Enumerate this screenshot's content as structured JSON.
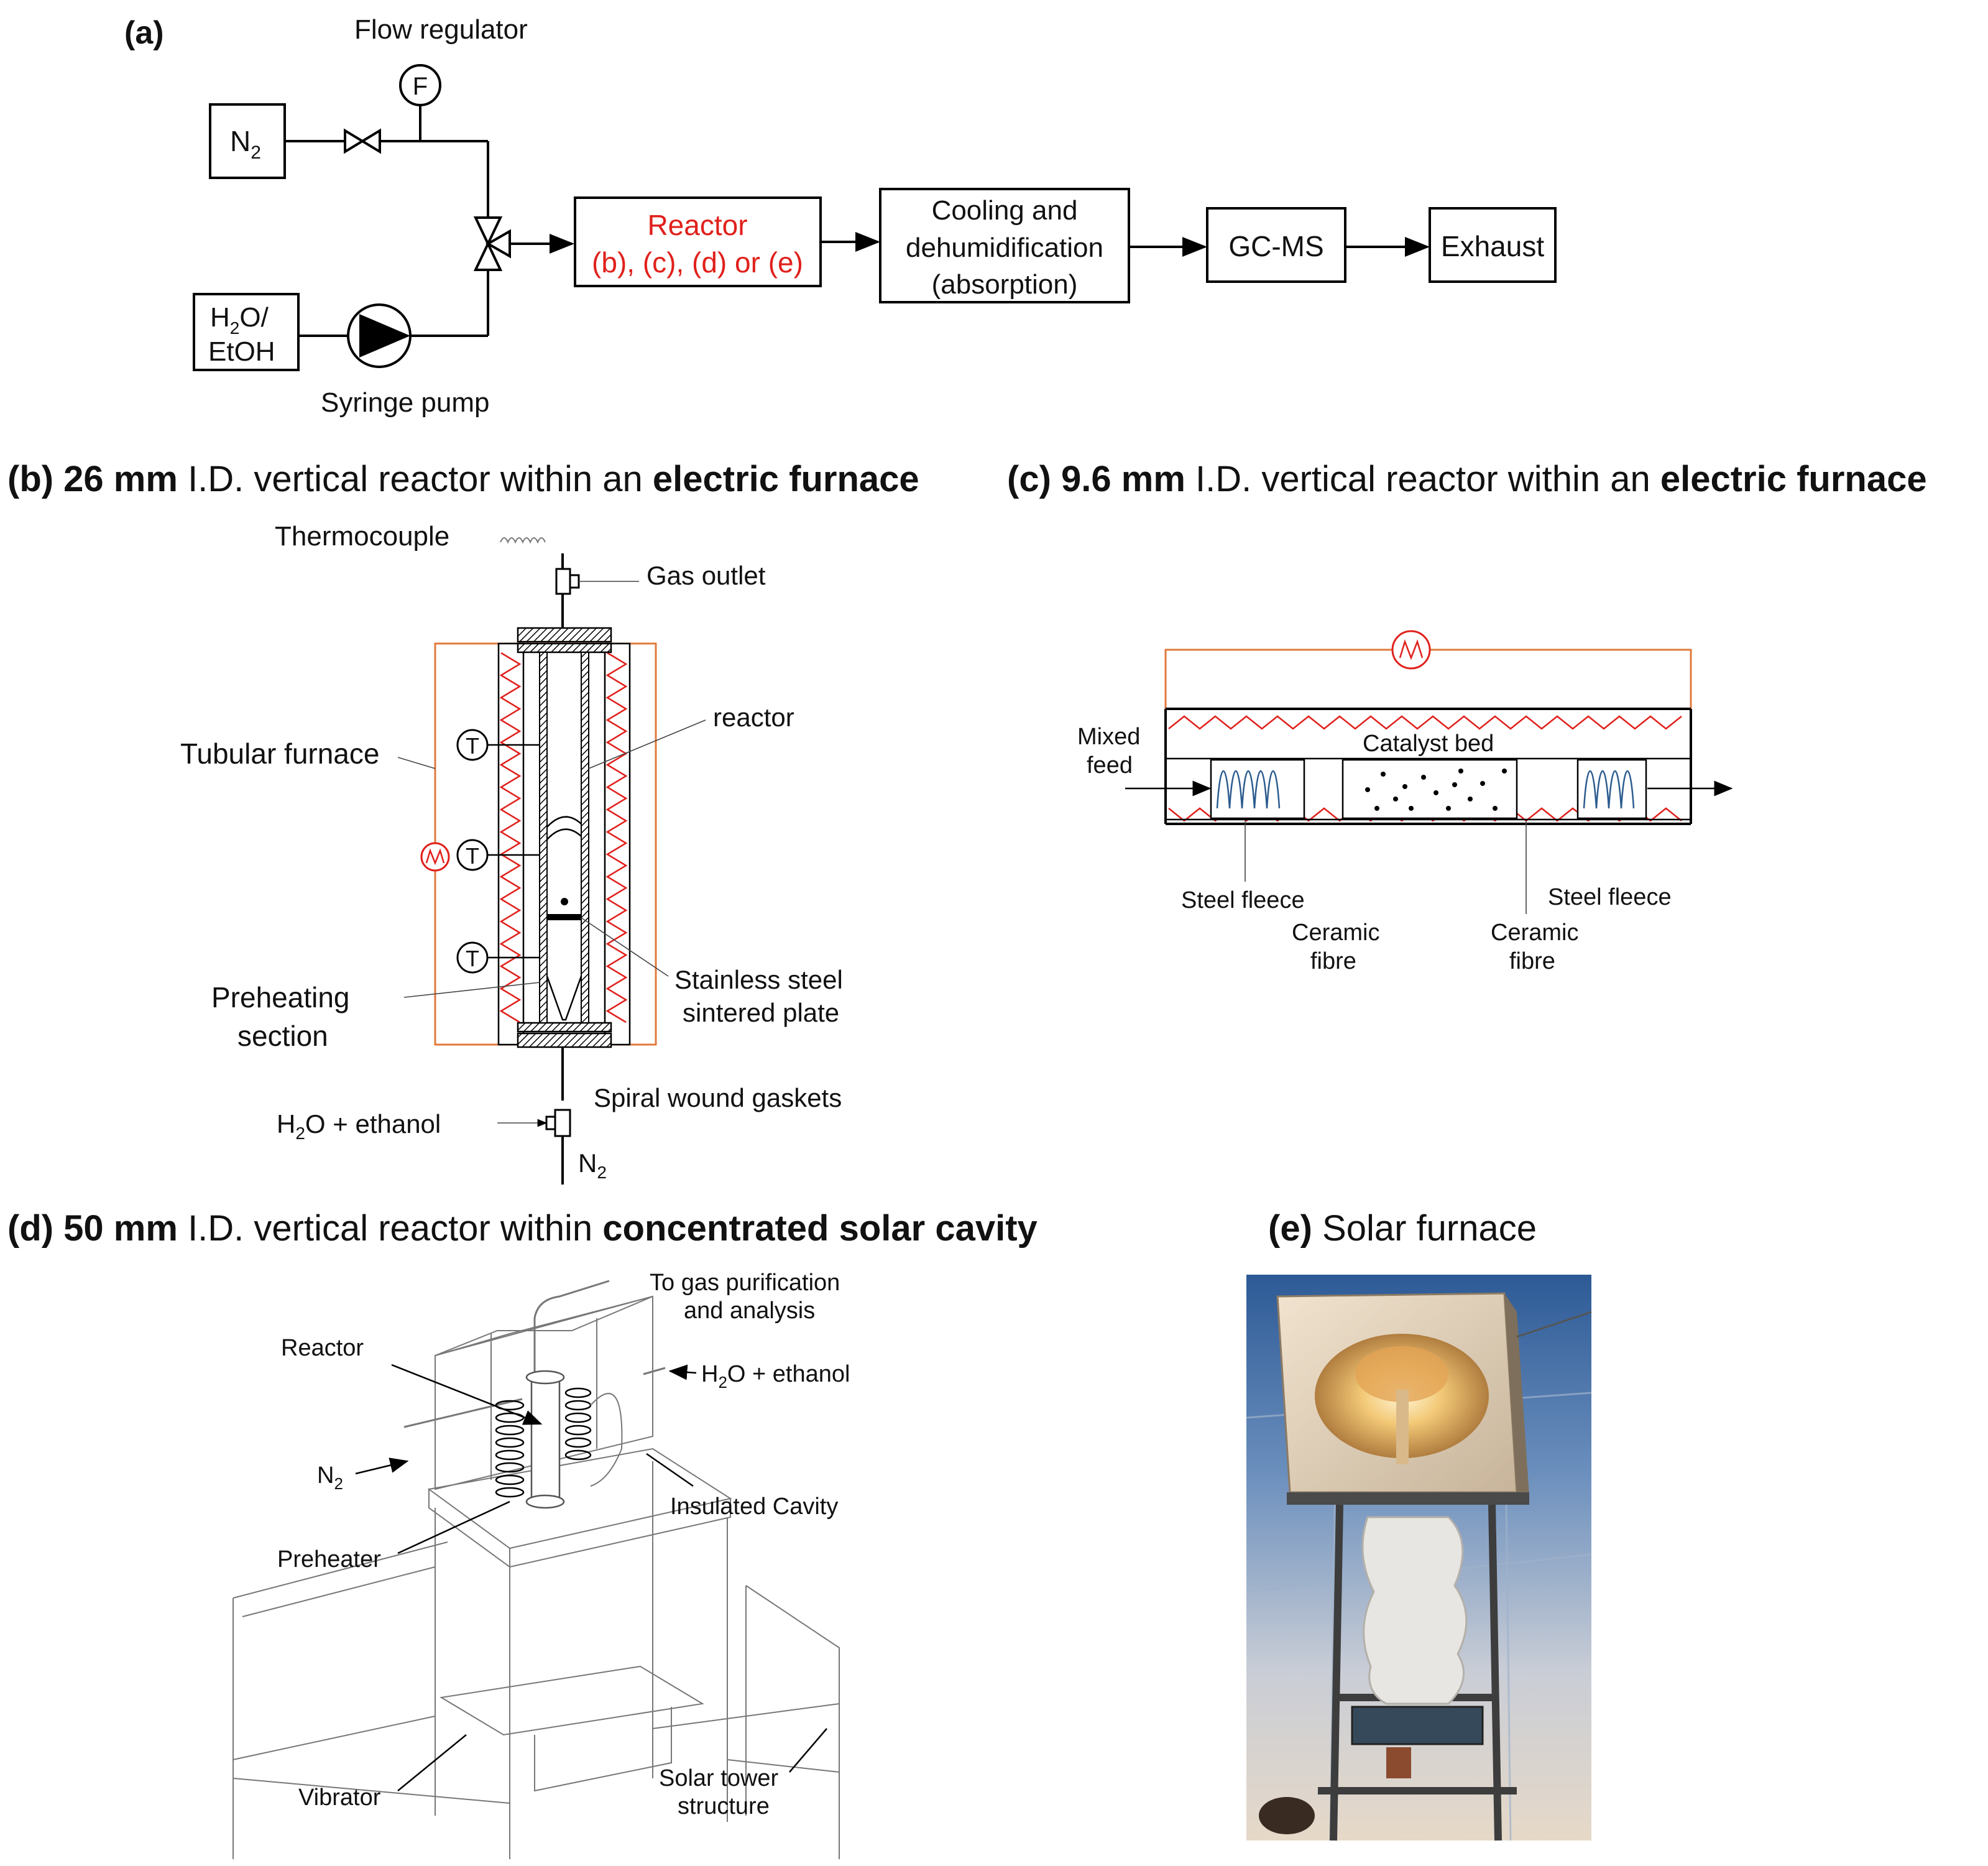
{
  "panel_a": {
    "label": "(a)",
    "flow_regulator": "Flow regulator",
    "flow_symbol": "F",
    "n2": "N",
    "n2_sub": "2",
    "h2o": "H",
    "h2o_sub": "2",
    "h2o_rest": "O/",
    "etoh": "EtOH",
    "syringe_pump": "Syringe pump",
    "reactor_line1": "Reactor",
    "reactor_line2": "(b), (c), (d) or (e)",
    "cooling_line1": "Cooling and",
    "cooling_line2": "dehumidification",
    "cooling_line3": "(absorption)",
    "gcms": "GC-MS",
    "exhaust": "Exhaust"
  },
  "panel_b": {
    "title_label": "(b) ",
    "title_size": "26 mm",
    "title_mid": " I.D. vertical reactor within an ",
    "title_end": "electric furnace",
    "thermocouple": "Thermocouple",
    "gas_outlet": "Gas outlet",
    "reactor": "reactor",
    "tubular_furnace": "Tubular furnace",
    "t_symbol": "T",
    "preheating_1": "Preheating",
    "preheating_2": "section",
    "stainless_1": "Stainless steel",
    "stainless_2": "sintered plate",
    "spiral": "Spiral wound gaskets",
    "feed_h": "H",
    "feed_sub": "2",
    "feed_rest": "O + ethanol",
    "n2": "N",
    "n2_sub": "2"
  },
  "panel_c": {
    "title_label": "(c) ",
    "title_size": "9.6 mm",
    "title_mid": " I.D. vertical reactor within an ",
    "title_end": "electric furnace",
    "mixed_1": "Mixed",
    "mixed_2": "feed",
    "catalyst_bed": "Catalyst bed",
    "steel_fleece_left": "Steel fleece",
    "steel_fleece_right": "Steel fleece",
    "ceramic_left_1": "Ceramic",
    "ceramic_left_2": "fibre",
    "ceramic_right_1": "Ceramic",
    "ceramic_right_2": "fibre"
  },
  "panel_d": {
    "title_label": "(d) ",
    "title_size": "50 mm",
    "title_mid": " I.D. vertical reactor within ",
    "title_end": "concentrated solar cavity",
    "gas_purif_1": "To gas purification",
    "gas_purif_2": "and analysis",
    "reactor": "Reactor",
    "feed_h": "H",
    "feed_sub": "2",
    "feed_rest": "O + ethanol",
    "n2": "N",
    "n2_sub": "2",
    "insulated": "Insulated Cavity",
    "preheater": "Preheater",
    "vibrator": "Vibrator",
    "tower_1": "Solar tower",
    "tower_2": "structure"
  },
  "panel_e": {
    "title_label": "(e)",
    "title_rest": " Solar furnace"
  },
  "colors": {
    "highlight_red": "#e0201b",
    "furnace_orange": "#e07a3c",
    "coil_blue": "#2c5b8f",
    "sky_blue": "#3f6aa0"
  }
}
